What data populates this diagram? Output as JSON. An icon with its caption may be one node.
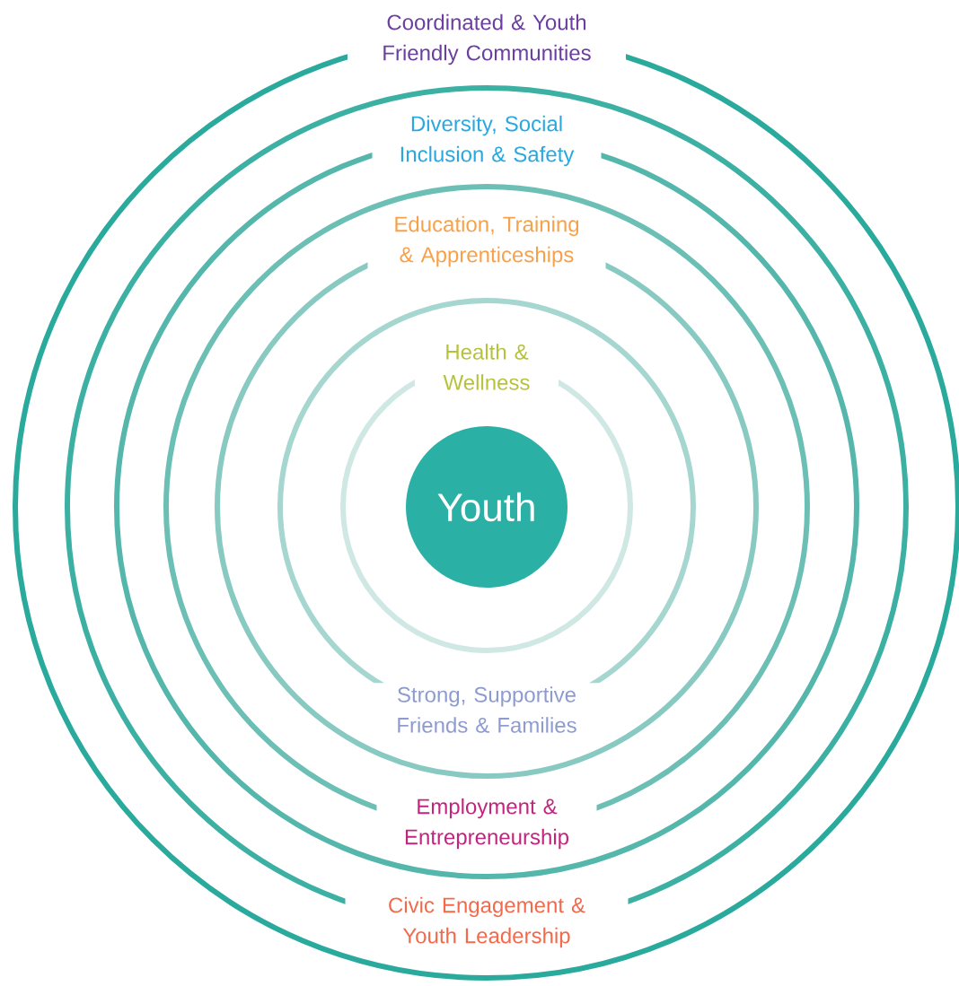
{
  "diagram": {
    "nodes": [
      {
        "text": [
          "Coordinated & Youth Friendly Communities"
        ]
      },
      {
        "text": [
          "Civic Engagement & Youth Leadership"
        ],
        "in": 0
      },
      {
        "text": [
          "Diversity, Social Inclusion & Safety"
        ],
        "in": 1
      },
      {
        "text": [
          "Employment & Entrepreneurship"
        ],
        "in": 2
      },
      {
        "text": [
          "Education, Training & Apprenticeships"
        ],
        "in": 3
      },
      {
        "text": [
          "Strong, Supportive Friends & Families"
        ],
        "in": 4
      },
      {
        "text": [
          "Health & Wellness"
        ],
        "in": 5
      },
      {
        "text": [
          "Youth"
        ],
        "in": 6
      }
    ]
  }
}
